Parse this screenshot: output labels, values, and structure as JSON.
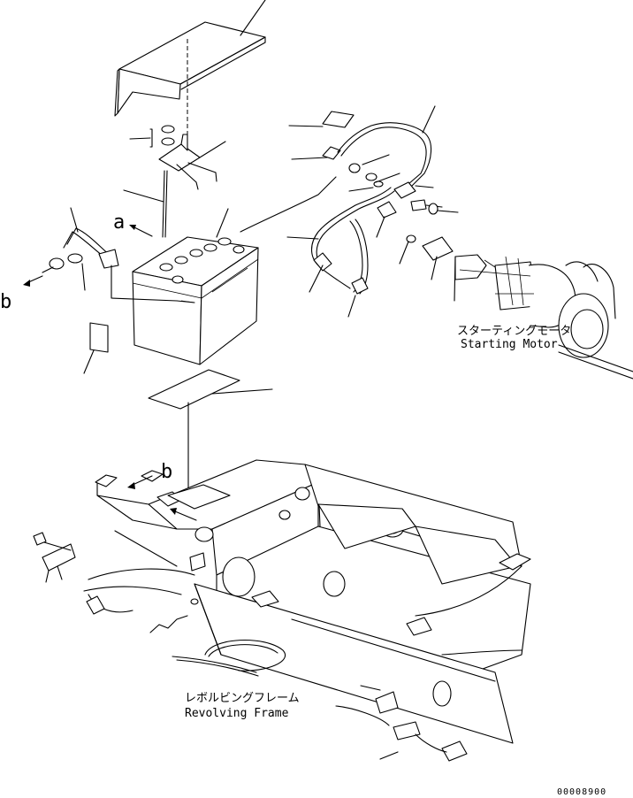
{
  "diagram": {
    "starting_motor_label_jp": "スターティングモータ",
    "starting_motor_label_en": "Starting Motor",
    "revolving_frame_label_jp": "レボルビングフレーム",
    "revolving_frame_label_en": "Revolving Frame",
    "view_marker_a": "a",
    "view_marker_b": "b",
    "drawing_code": "00008900"
  }
}
